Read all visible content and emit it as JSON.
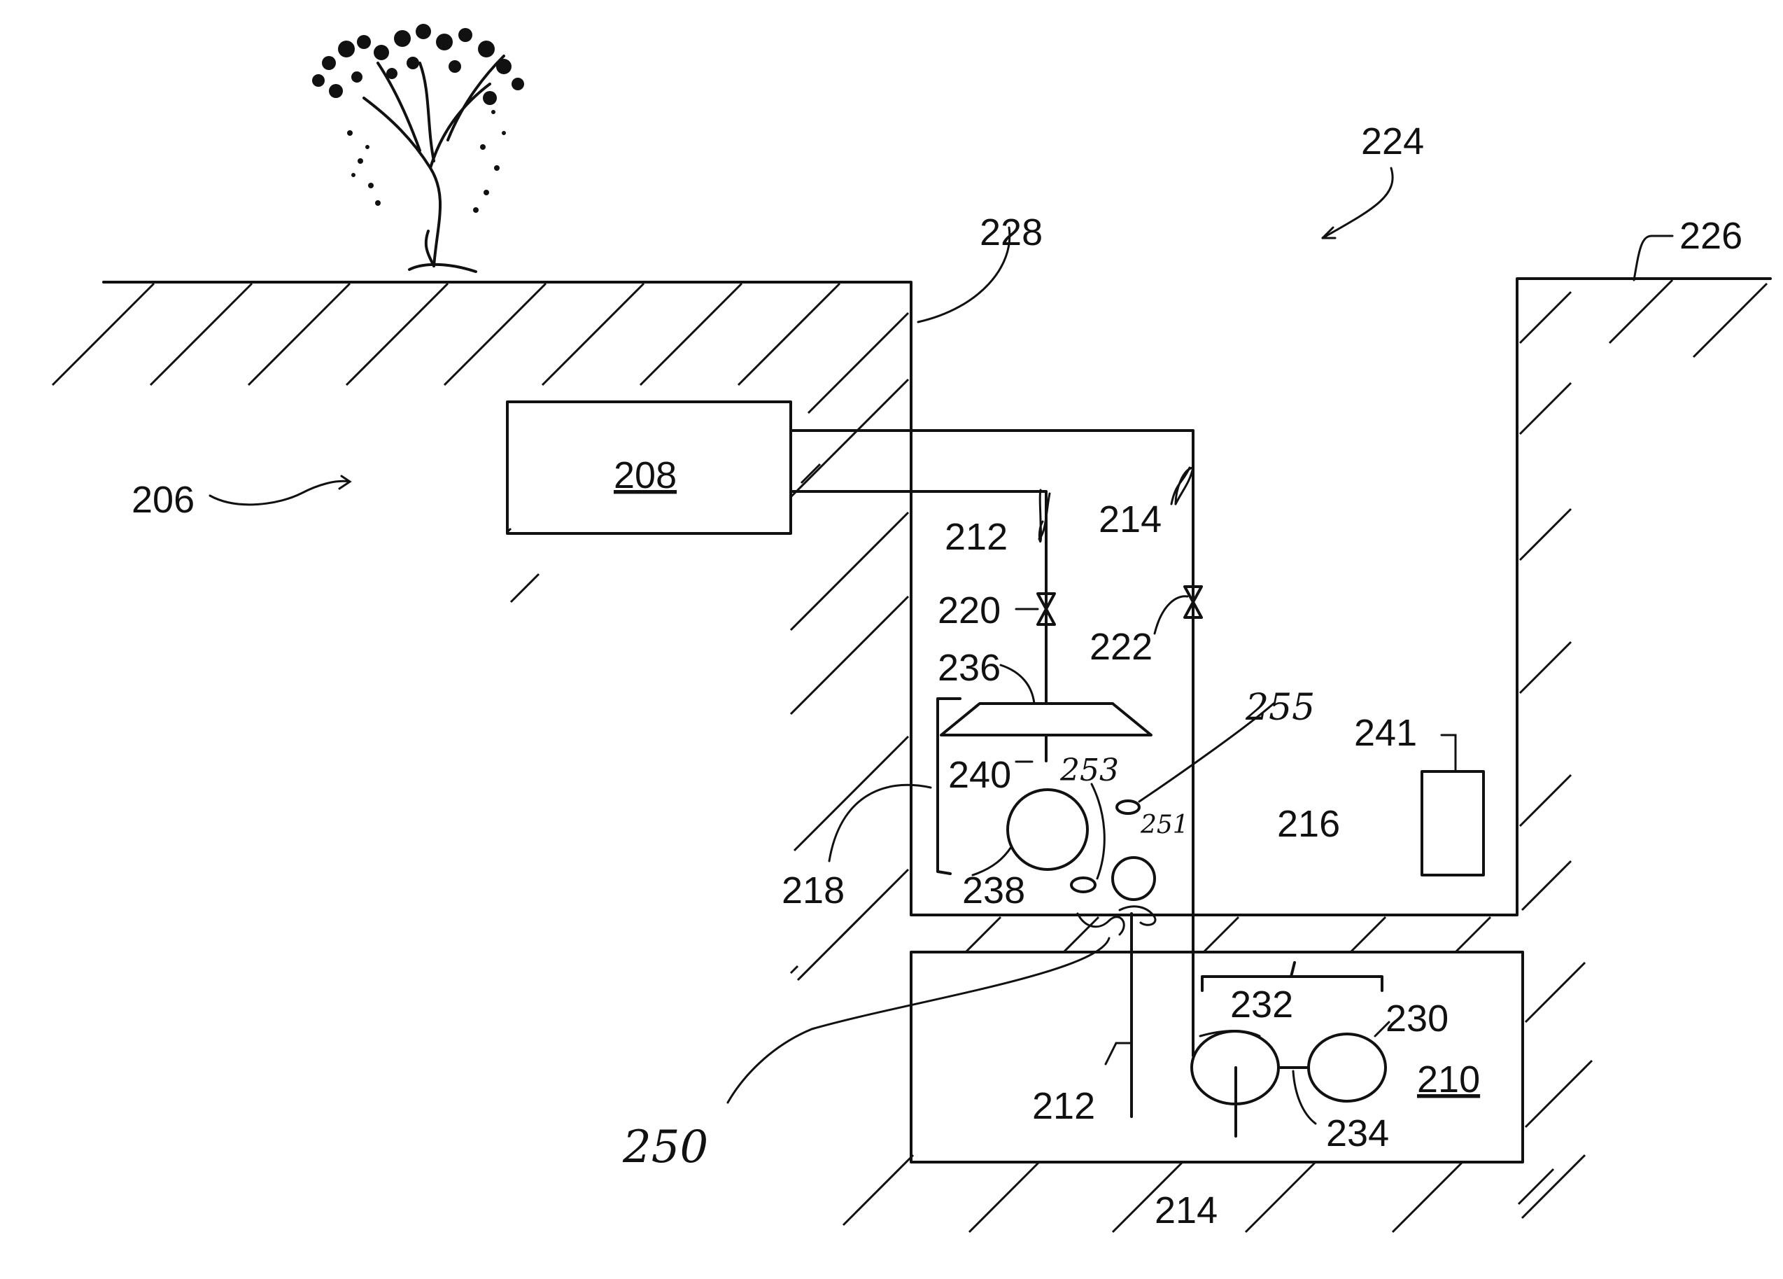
{
  "labels": {
    "n206": "206",
    "n208": "208",
    "n210": "210",
    "n212a": "212",
    "n212b": "212",
    "n214a": "214",
    "n214b": "214",
    "n216": "216",
    "n218": "218",
    "n220": "220",
    "n222": "222",
    "n224": "224",
    "n226": "226",
    "n228": "228",
    "n230": "230",
    "n232": "232",
    "n234": "234",
    "n236": "236",
    "n238": "238",
    "n240": "240",
    "n241": "241",
    "n250": "250",
    "n251": "251",
    "n253": "253",
    "n255": "255"
  }
}
